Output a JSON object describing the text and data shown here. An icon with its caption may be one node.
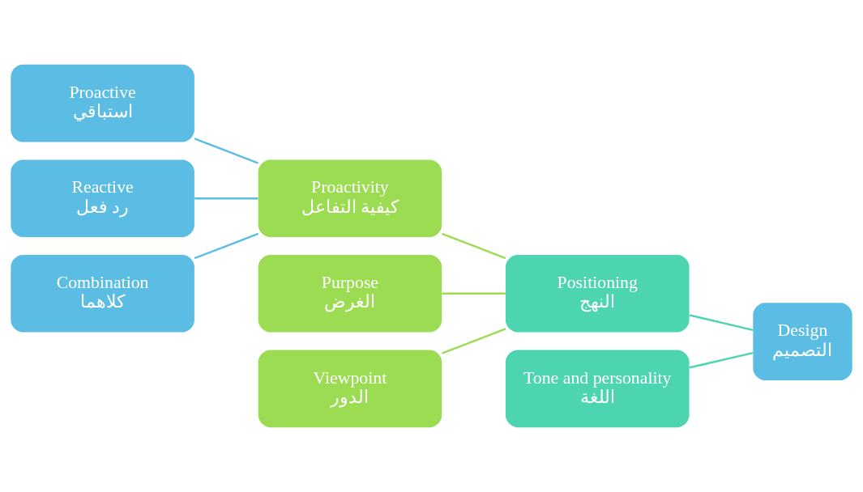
{
  "diagram": {
    "nodes": [
      {
        "text": [
          "Proactive",
          "استباقي"
        ]
      },
      {
        "text": [
          "Reactive",
          "رد فعل"
        ]
      },
      {
        "text": [
          "Combination",
          "كلاهما"
        ]
      },
      {
        "text": [
          "Purpose",
          "الغرض"
        ]
      },
      {
        "text": [
          "Viewpoint",
          "الدور"
        ]
      },
      {
        "text": [
          "Proactivity",
          "كيفية التفاعل"
        ]
      },
      {
        "text": [
          "Positioning",
          "النهج"
        ]
      },
      {
        "text": [
          "Tone and personality",
          "اللغة"
        ]
      },
      {
        "text": [
          "Design",
          "التصميم"
        ]
      }
    ],
    "edges": [
      {
        "from": 0,
        "to": 5,
        "arrow": "none",
        "color": "#5bbde4"
      },
      {
        "from": 1,
        "to": 5,
        "arrow": "none",
        "color": "#5bbde4"
      },
      {
        "from": 2,
        "to": 5,
        "arrow": "none",
        "color": "#5bbde4"
      },
      {
        "from": 3,
        "to": 6,
        "arrow": "none",
        "color": "#9bdc52"
      },
      {
        "from": 4,
        "to": 6,
        "arrow": "none",
        "color": "#9bdc52"
      },
      {
        "from": 5,
        "to": 6,
        "arrow": "none",
        "color": "#9bdc52"
      },
      {
        "from": 6,
        "to": 8,
        "arrow": "none",
        "color": "#4dd4b0"
      },
      {
        "from": 7,
        "to": 8,
        "arrow": "none",
        "color": "#4dd4b0"
      }
    ]
  }
}
